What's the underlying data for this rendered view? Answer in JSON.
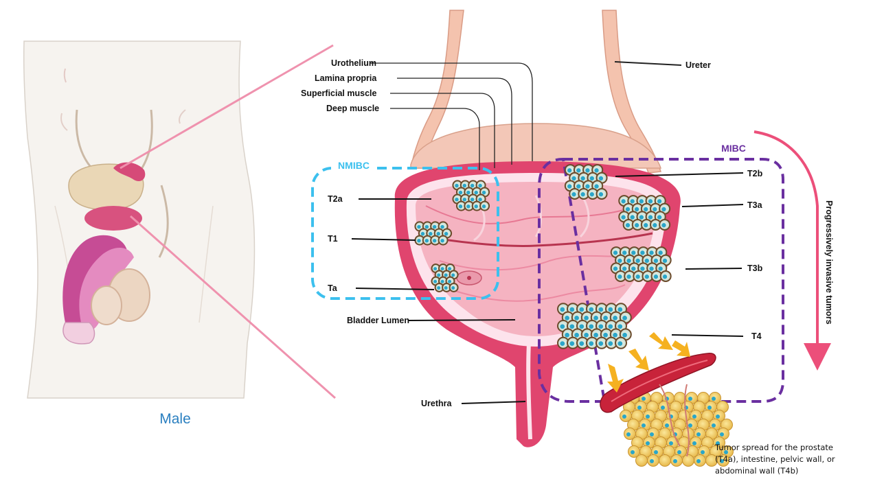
{
  "figure": {
    "male_label": "Male",
    "layers": {
      "urothelium": "Urothelium",
      "lamina_propria": "Lamina propria",
      "superficial_muscle": "Superficial muscle",
      "deep_muscle": "Deep muscle"
    },
    "ureter": "Ureter",
    "bladder_lumen": "Bladder Lumen",
    "urethra": "Urethra",
    "nmibc": {
      "label": "NMIBC",
      "color": "#3cc0ee",
      "stages": [
        "T2a",
        "T1",
        "Ta"
      ]
    },
    "mibc": {
      "label": "MIBC",
      "color": "#6a2fa0",
      "stages": [
        "T2b",
        "T3a",
        "T3b",
        "T4"
      ]
    },
    "progression_label": "Progressively invasive tumors",
    "spread_note": [
      "Tumor spread for the prostate",
      "(T4a), intestine, pelvic wall, or",
      "abdominal wall (T4b)"
    ],
    "colors": {
      "bladder_wall": "#e0456e",
      "bladder_interior": "#f5b3c1",
      "progression_arrow": "#ec4f7a",
      "spread_arrows": "#f5b120",
      "tumor_cell_nucleus": "#2aa6c9"
    }
  }
}
